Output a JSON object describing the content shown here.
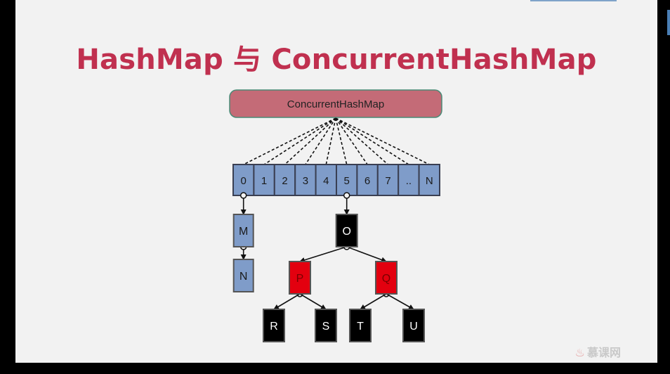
{
  "slide": {
    "title": "HashMap 与 ConcurrentHashMap"
  },
  "diagram": {
    "root_label": "ConcurrentHashMap",
    "buckets": [
      "0",
      "1",
      "2",
      "3",
      "4",
      "5",
      "6",
      "7",
      "..",
      "N"
    ],
    "chain": [
      "M",
      "N"
    ],
    "tree": {
      "root": "O",
      "level1": [
        "P",
        "Q"
      ],
      "leaves": [
        "R",
        "S",
        "T",
        "U"
      ]
    },
    "colors": {
      "root_fill": "#c46b77",
      "root_stroke": "#4a8a76",
      "bucket_fill": "#7f9cc9",
      "bucket_stroke": "#3a3f52",
      "black_node": "#000000",
      "red_node": "#e3000f",
      "title": "#c0304f"
    }
  },
  "watermark": {
    "icon": "flame-icon",
    "text": "慕课网"
  }
}
